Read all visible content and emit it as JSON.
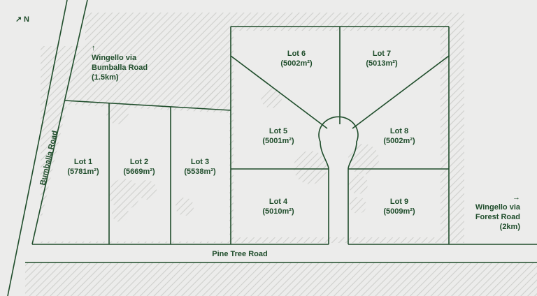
{
  "compass": {
    "arrow": "↗",
    "label": "N"
  },
  "roads": {
    "bumballa": "Bumballa Road",
    "pine_tree": "Pine Tree Road"
  },
  "directions": {
    "north": {
      "arrow": "↑",
      "lines": [
        "Wingello via",
        "Bumballa Road",
        "(1.5km)"
      ]
    },
    "east": {
      "arrow": "→",
      "lines": [
        "Wingello via",
        "Forest Road",
        "(2km)"
      ]
    }
  },
  "lots": [
    {
      "name": "Lot 1",
      "area": "(5781m²)"
    },
    {
      "name": "Lot 2",
      "area": "(5669m²)"
    },
    {
      "name": "Lot 3",
      "area": "(5538m²)"
    },
    {
      "name": "Lot 4",
      "area": "(5010m²)"
    },
    {
      "name": "Lot 5",
      "area": "(5001m²)"
    },
    {
      "name": "Lot 6",
      "area": "(5002m²)"
    },
    {
      "name": "Lot 7",
      "area": "(5013m²)"
    },
    {
      "name": "Lot 8",
      "area": "(5002m²)"
    },
    {
      "name": "Lot 9",
      "area": "(5009m²)"
    }
  ],
  "colors": {
    "ink": "#1f4d2b",
    "background": "#ececeb",
    "hatch": "#cfd0cd"
  }
}
